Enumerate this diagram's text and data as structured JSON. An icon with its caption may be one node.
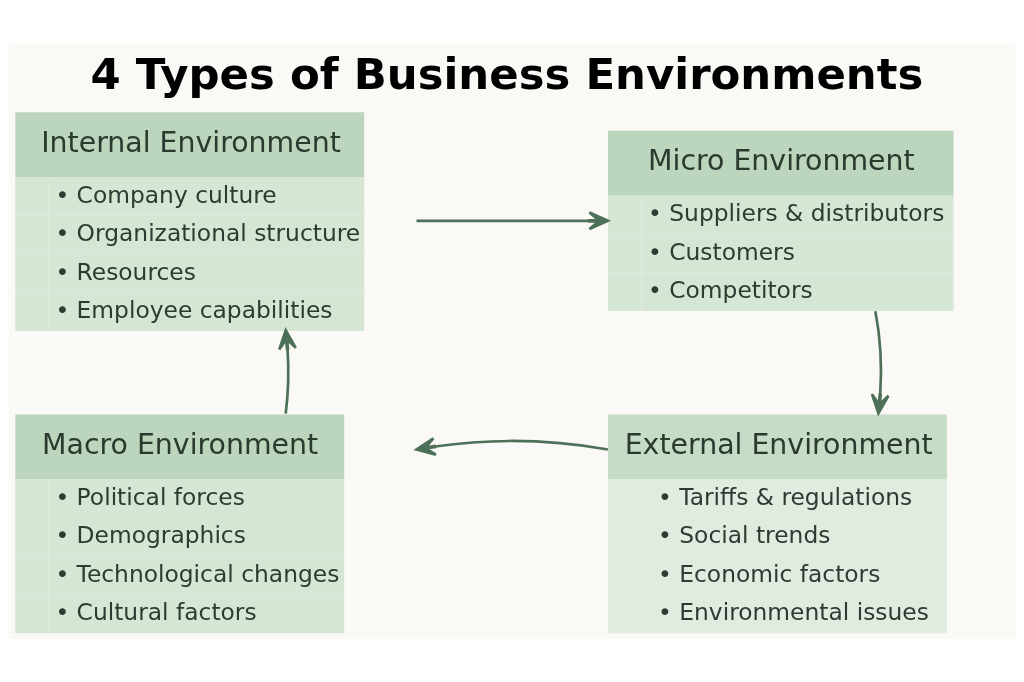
{
  "diagram": {
    "title": "4 Types of Business Environments",
    "nodes": [
      {
        "text": [
          "Internal Environment",
          "• Company culture",
          "• Organizational structure",
          "• Resources",
          "• Employee capabilities"
        ]
      },
      {
        "text": [
          "Micro Environment",
          "• Suppliers & distributors",
          "• Customers",
          "• Competitors"
        ]
      },
      {
        "text": [
          "Macro Environment",
          "• Political forces",
          "• Demographics",
          "• Technological changes",
          "• Cultural factors"
        ]
      },
      {
        "text": [
          "External Environment",
          "• Tariffs & regulations",
          "• Social trends",
          "• Economic factors",
          "• Environmental issues"
        ]
      }
    ],
    "edges": [
      {
        "from": 0,
        "to": 1,
        "arrow": "to"
      },
      {
        "from": 1,
        "to": 3,
        "arrow": "to"
      },
      {
        "from": 3,
        "to": 2,
        "arrow": "to"
      },
      {
        "from": 2,
        "to": 0,
        "arrow": "to"
      }
    ]
  }
}
